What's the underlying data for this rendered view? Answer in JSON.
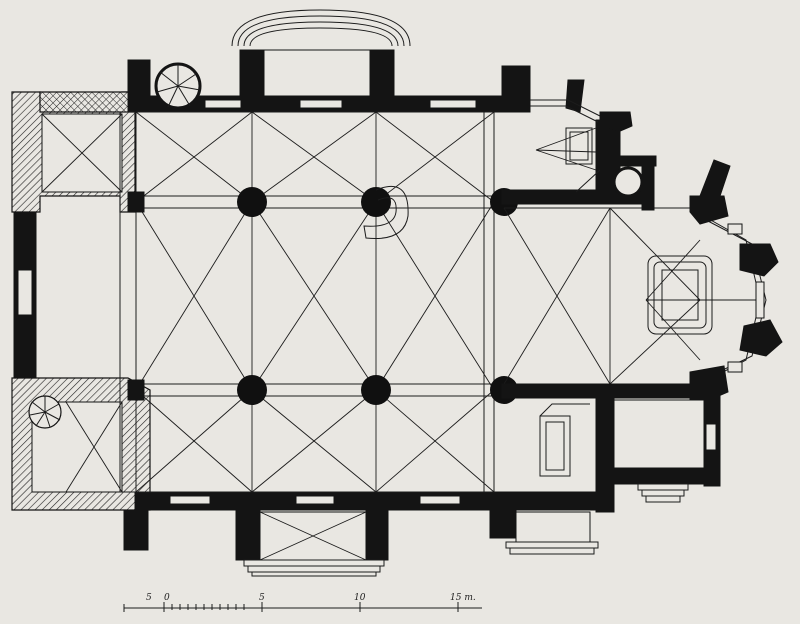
{
  "scale_bar": {
    "ticks": [
      "5",
      "0",
      "5",
      "10",
      "15 m."
    ]
  },
  "colors": {
    "paper": "#e9e7e2",
    "ink": "#141414"
  }
}
